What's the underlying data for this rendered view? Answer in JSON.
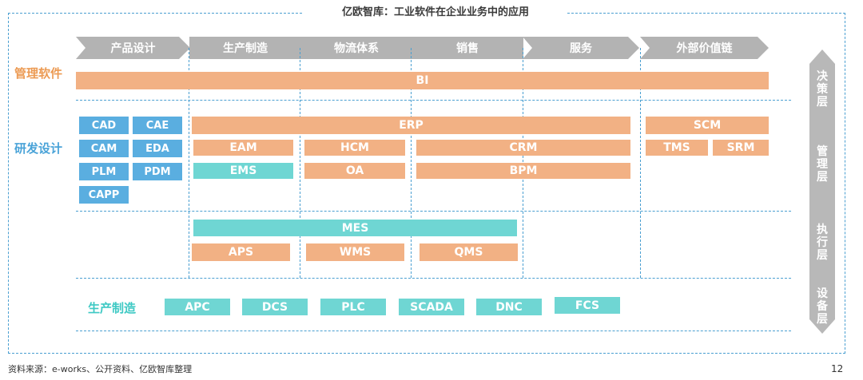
{
  "title": "亿欧智库：工业软件在企业业务中的应用",
  "stages": [
    "产品设计",
    "生产制造",
    "物流体系",
    "销售",
    "服务",
    "外部价值链"
  ],
  "row_labels": {
    "management": "管理软件",
    "rnd": "研发设计",
    "production": "生产制造"
  },
  "layers": [
    "决策层",
    "管理层",
    "执行层",
    "设备层"
  ],
  "decision": {
    "bi": "BI"
  },
  "rnd_tools": [
    "CAD",
    "CAE",
    "CAM",
    "EDA",
    "PLM",
    "PDM",
    "CAPP"
  ],
  "management": {
    "erp": "ERP",
    "scm": "SCM",
    "eam": "EAM",
    "hcm": "HCM",
    "crm": "CRM",
    "tms": "TMS",
    "srm": "SRM",
    "ems": "EMS",
    "oa": "OA",
    "bpm": "BPM"
  },
  "execution": {
    "mes": "MES",
    "aps": "APS",
    "wms": "WMS",
    "qms": "QMS"
  },
  "equipment": [
    "APC",
    "DCS",
    "PLC",
    "SCADA",
    "DNC",
    "FCS"
  ],
  "footer": {
    "source": "资料来源：e-works、公开资料、亿欧智库整理",
    "page": "12"
  },
  "colors": {
    "orange": "#f2b184",
    "teal": "#6fd6d3",
    "blue": "#5aaee0",
    "grey": "#b3b3b3",
    "dash": "#4a9fd1"
  }
}
